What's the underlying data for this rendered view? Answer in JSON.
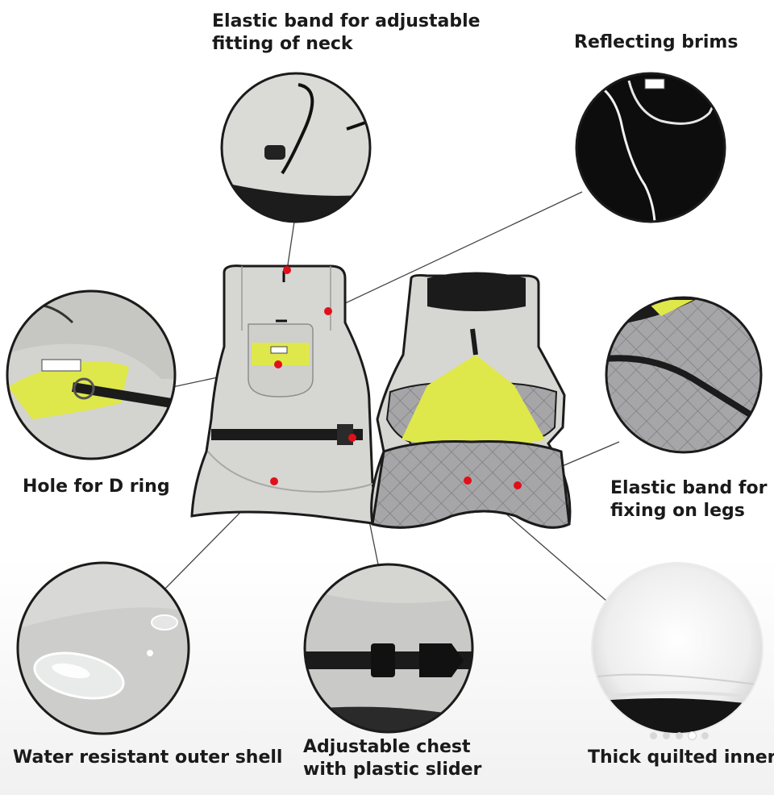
{
  "labels": {
    "neck": [
      "Elastic band for adjustable",
      "fitting of neck"
    ],
    "brims": "Reflecting brims",
    "d_ring": "Hole for D ring",
    "legs": [
      "Elastic band for",
      "fixing on legs"
    ],
    "shell": "Water resistant outer shell",
    "chest": [
      "Adjustable chest",
      "with plastic slider"
    ],
    "inner": "Thick quilted inner"
  },
  "colors": {
    "fabric": "#d6d6d3",
    "trim": "#1b1b1b",
    "accent": "#dfe84a",
    "quilt": "#9a9a9c",
    "marker": "#e0101a",
    "connector": "#444444"
  },
  "carousel": {
    "total": 5,
    "active": 4
  }
}
